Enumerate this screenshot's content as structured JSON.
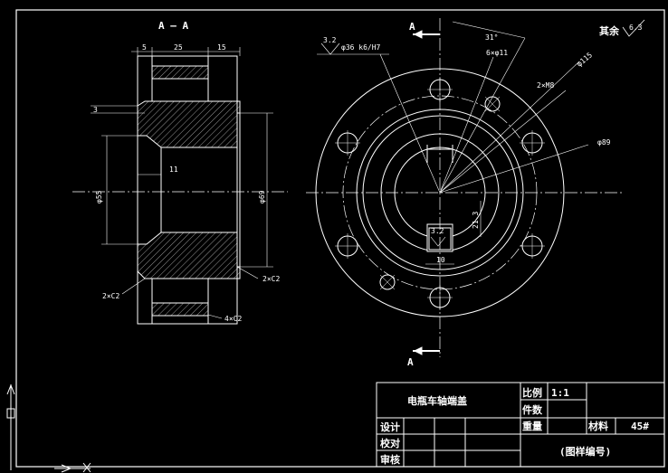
{
  "drawing": {
    "section_label": "A — A",
    "section_marks": [
      "A",
      "A"
    ],
    "other_finish_label": "其余",
    "other_finish_value": "6.3",
    "section_dims": {
      "top": [
        "5",
        "25",
        "15"
      ],
      "left_3": "3",
      "chamfer_2x_c2_left": "2×C2",
      "chamfer_2x_c2_right": "2×C2",
      "chamfer_4x_c2": "4×C2",
      "inner_depth": "11",
      "dia55": "φ55",
      "dia69": "φ69"
    },
    "front_dims": {
      "roughness_1": "3.2",
      "bore": "φ36 k6/H7",
      "angle": "31°",
      "holes": "6×φ11",
      "threads": "2×M8",
      "outer": "φ115",
      "pitch": "φ89",
      "key_depth": "21.3",
      "key_width": "10",
      "roughness_2": "3.2"
    }
  },
  "title_block": {
    "part_name": "电瓶车轴端盖",
    "scale_label": "比例",
    "scale_value": "1:1",
    "qty_label": "件数",
    "weight_label": "重量",
    "material_label": "材料",
    "material_value": "45#",
    "design_label": "设计",
    "check_label": "校对",
    "review_label": "审核",
    "drawing_no": "(图样编号)"
  }
}
